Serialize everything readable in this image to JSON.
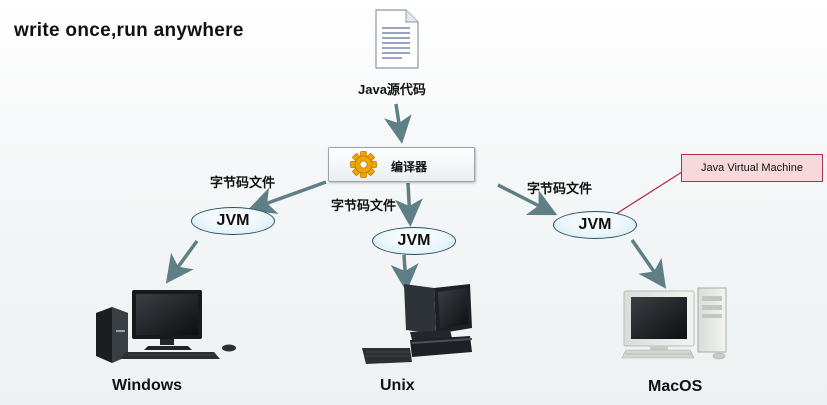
{
  "title": "write once,run anywhere",
  "source": {
    "label": "Java源代码",
    "icon": "document-icon"
  },
  "compiler": {
    "label": "编译器",
    "icon": "gear-icon"
  },
  "bytecode_labels": [
    "字节码文件",
    "字节码文件",
    "字节码文件"
  ],
  "jvm_labels": [
    "JVM",
    "JVM",
    "JVM"
  ],
  "callout": "Java Virtual Machine",
  "platforms": [
    {
      "name": "Windows",
      "icon": "windows-pc-icon"
    },
    {
      "name": "Unix",
      "icon": "unix-workstation-icon"
    },
    {
      "name": "MacOS",
      "icon": "mac-pc-icon"
    }
  ],
  "colors": {
    "arrow": "#5f7f86",
    "callout_border": "#b0304a",
    "callout_fill": "#f7d9dd",
    "jvm_border": "#2a4f66",
    "gear": "#f0a400"
  }
}
